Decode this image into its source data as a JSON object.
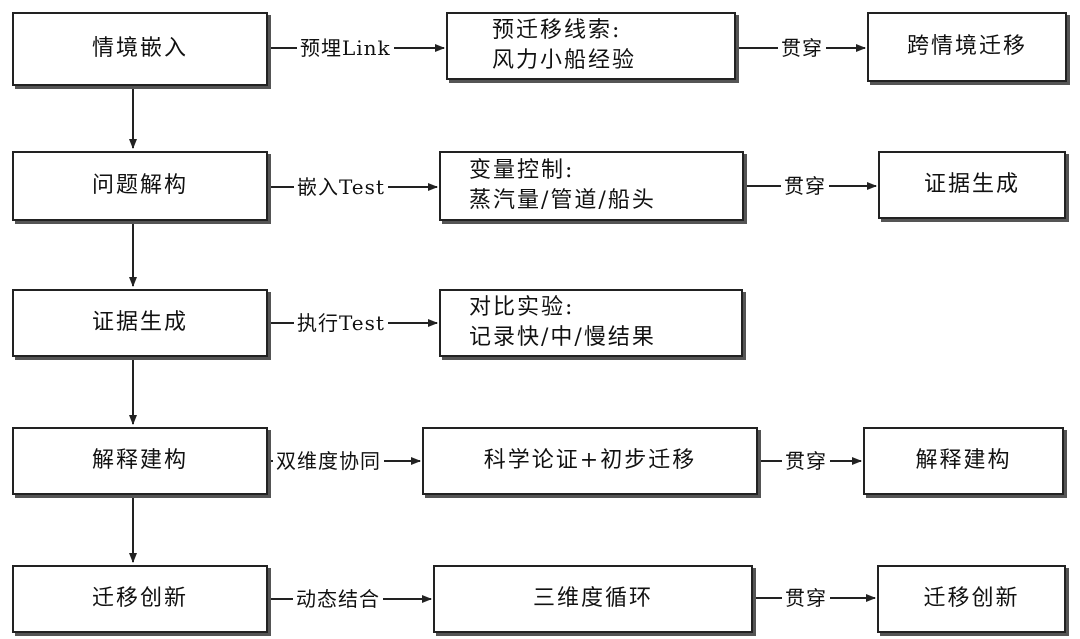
{
  "stages": [
    {
      "label": "情境嵌入"
    },
    {
      "label": "问题解构"
    },
    {
      "label": "证据生成"
    },
    {
      "label": "解释建构"
    },
    {
      "label": "迁移创新"
    }
  ],
  "actions": [
    {
      "label": "预埋Link"
    },
    {
      "label": "嵌入Test"
    },
    {
      "label": "执行Test"
    },
    {
      "label": "双维度协同"
    },
    {
      "label": "动态结合"
    }
  ],
  "details": [
    {
      "line1": "预迁移线索:",
      "line2": "风力小船经验"
    },
    {
      "line1": "变量控制:",
      "line2": "蒸汽量/管道/船头"
    },
    {
      "line1": "对比实验:",
      "line2": "记录快/中/慢结果"
    },
    {
      "line1": "科学论证+初步迁移",
      "line2": ""
    },
    {
      "line1": "三维度循环",
      "line2": ""
    }
  ],
  "connector_label": "贯穿",
  "outcomes": [
    {
      "label": "跨情境迁移"
    },
    {
      "label": "证据生成"
    },
    null,
    {
      "label": "解释建构"
    },
    {
      "label": "迁移创新"
    }
  ]
}
